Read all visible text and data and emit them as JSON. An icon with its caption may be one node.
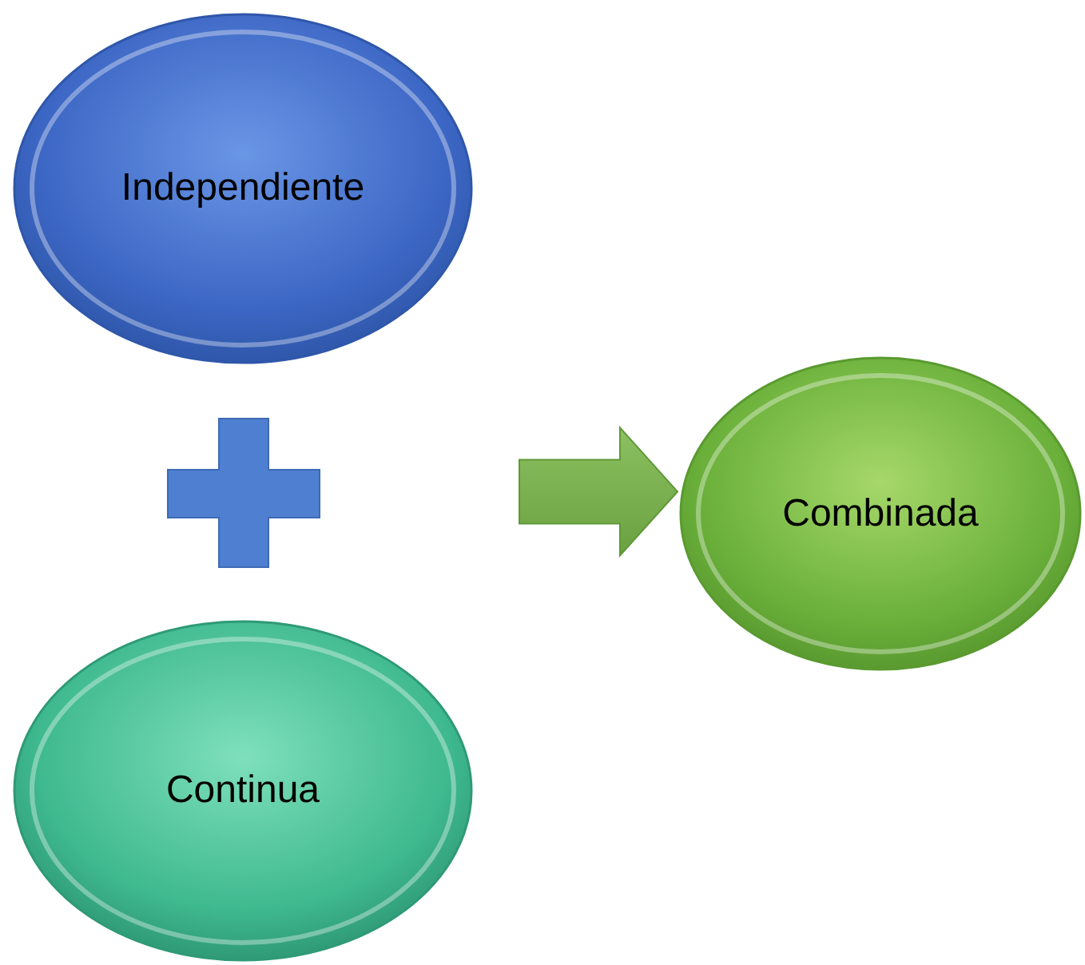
{
  "diagram": {
    "nodes": [
      {
        "text": [
          "Independiente"
        ]
      },
      {
        "text": [
          "Continua"
        ]
      },
      {
        "text": [
          "Combinada"
        ]
      }
    ],
    "edges": [
      {
        "from": null,
        "to": 2,
        "arrow": "to"
      }
    ]
  }
}
